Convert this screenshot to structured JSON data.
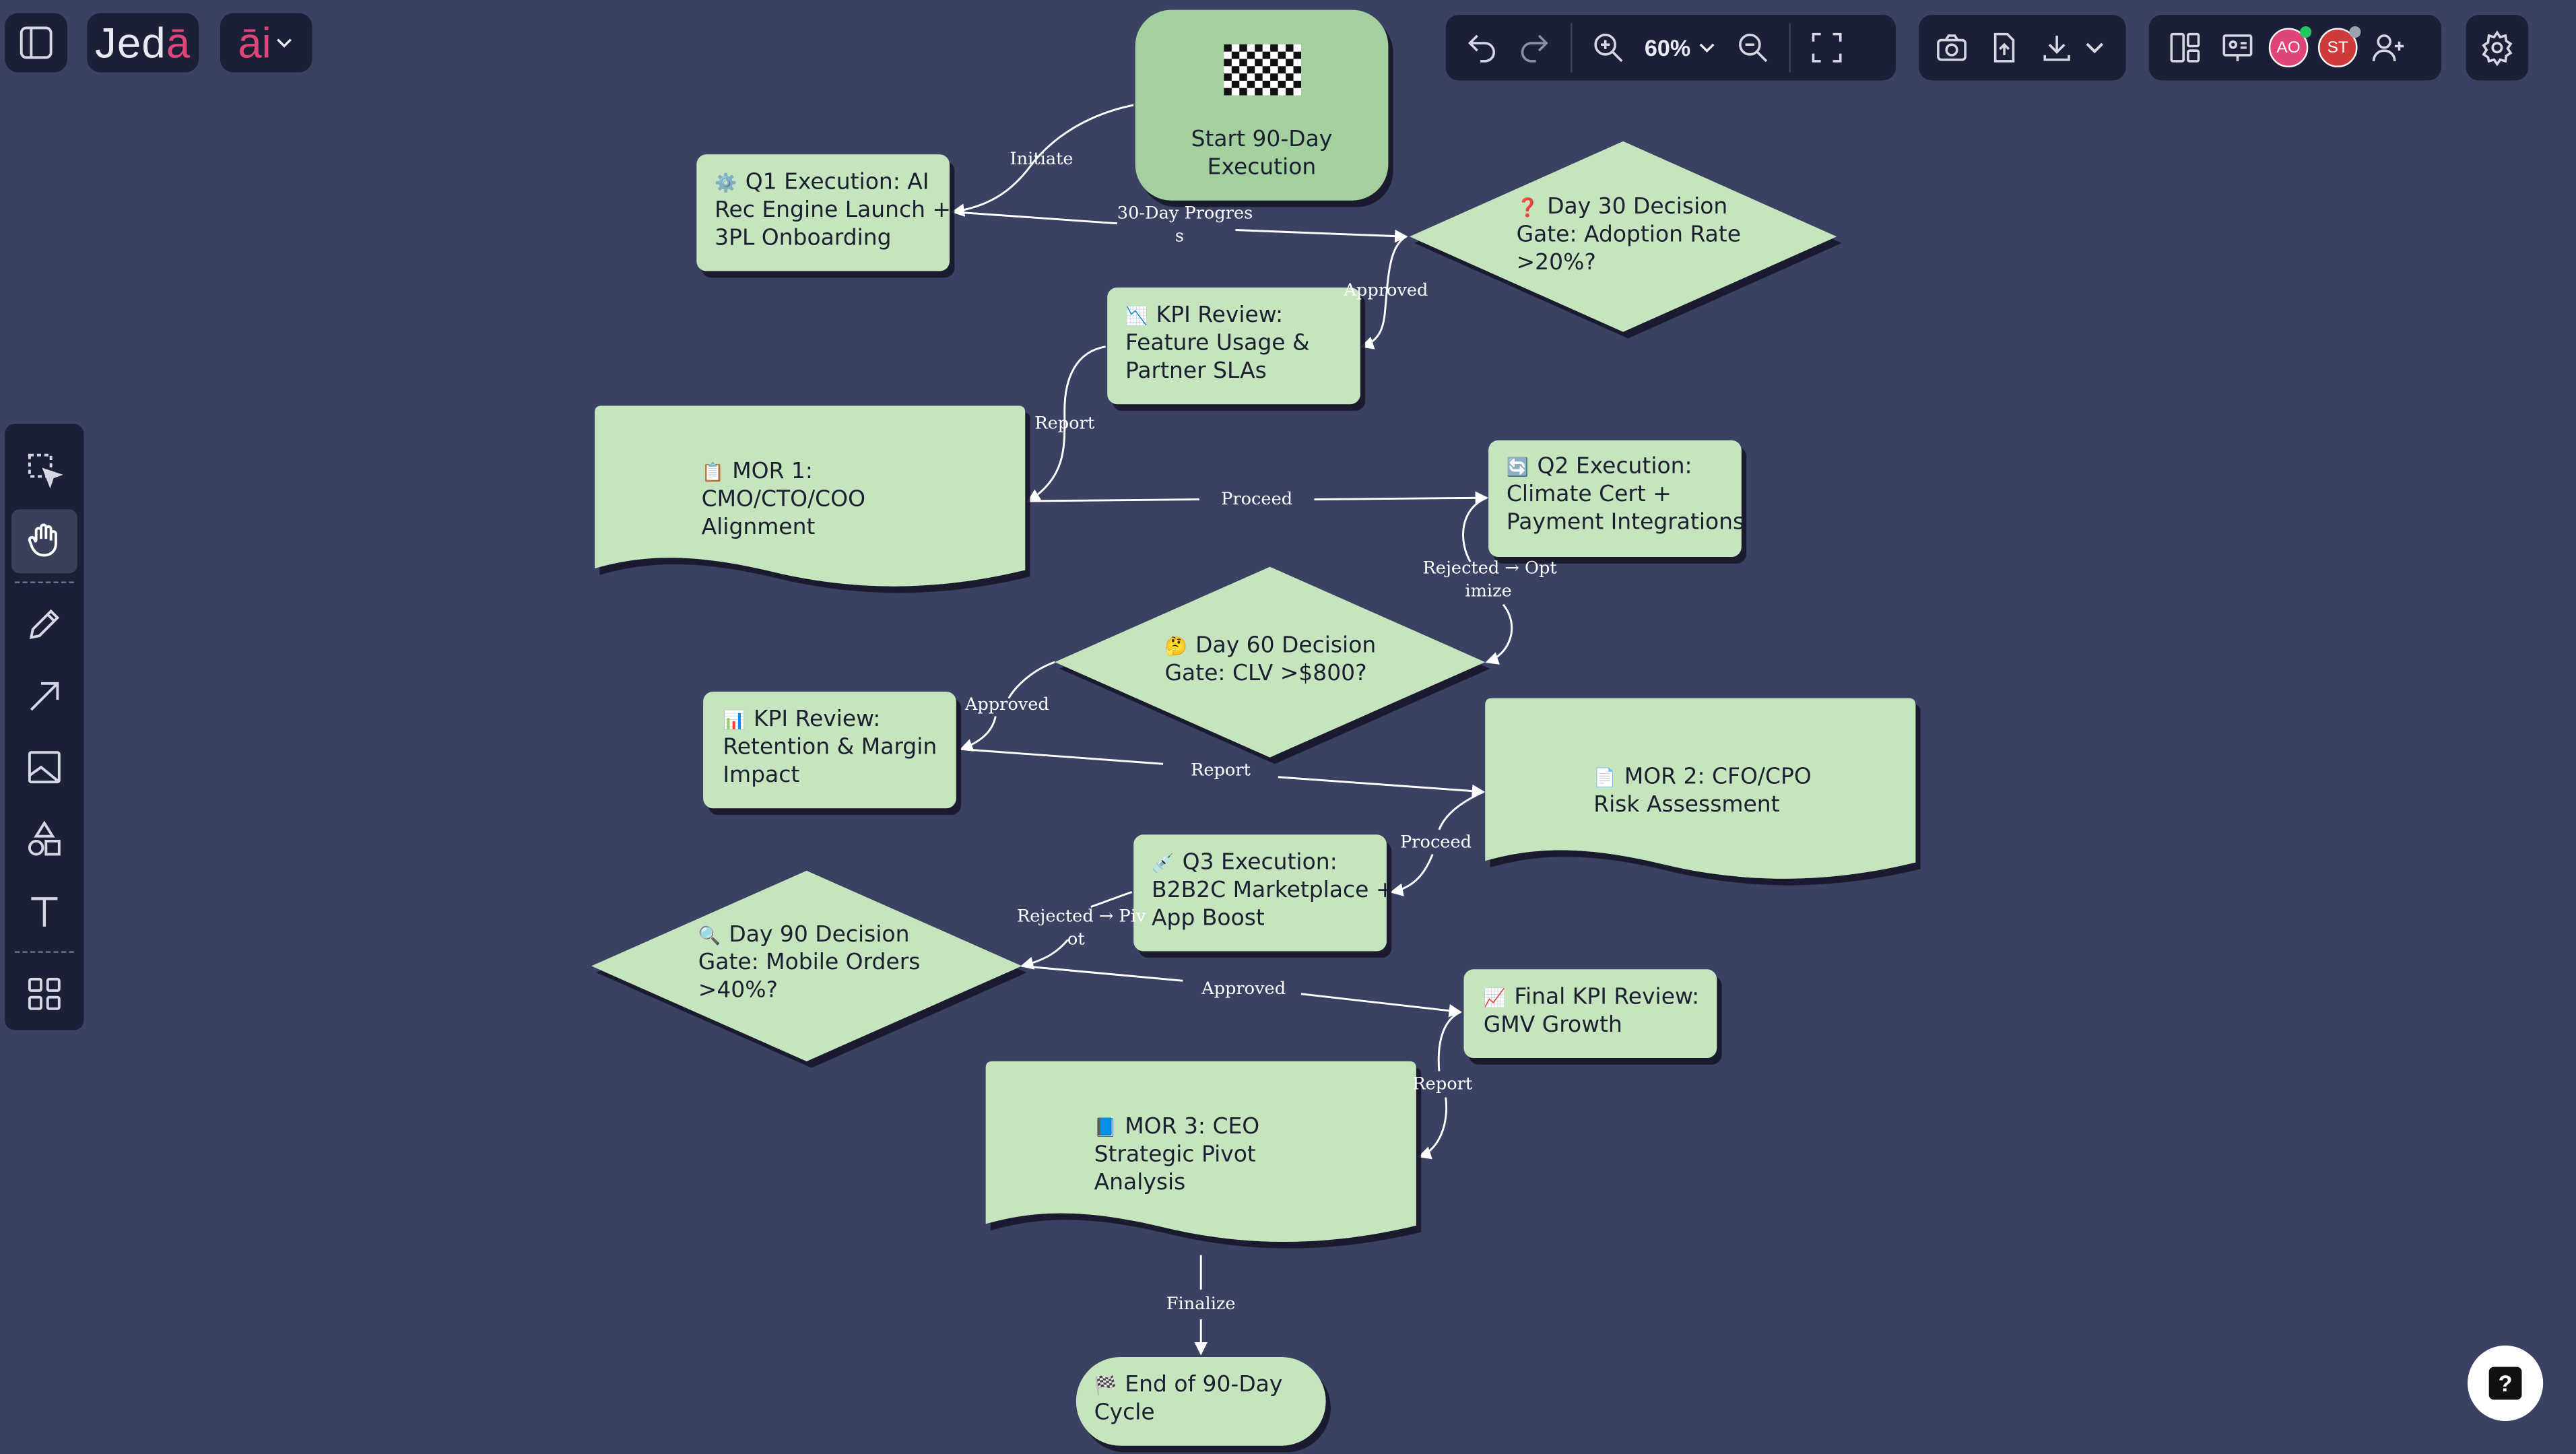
{
  "app": {
    "logo": "Jeda",
    "logo_accent": "ā",
    "logo_base": "Jed",
    "ai_label": "āi"
  },
  "toolbar": {
    "zoom_label": "60%",
    "avatars": [
      {
        "initials": "AO",
        "color": "#e0457a",
        "status": "#22c55e"
      },
      {
        "initials": "ST",
        "color": "#d13a3a",
        "status": "#9ca3af"
      }
    ]
  },
  "left_tools": [
    "select-tool",
    "hand-tool",
    "pen-tool",
    "arrow-tool",
    "image-tool",
    "shapes-tool",
    "text-tool",
    "apps-tool"
  ],
  "flow": {
    "nodes": {
      "start": {
        "icon": "🏁",
        "line1": "Start 90-Day",
        "line2": "Execution"
      },
      "q1": {
        "icon": "⚙️",
        "line1": "Q1 Execution: AI",
        "line2": "Rec Engine Launch +",
        "line3": "3PL Onboarding"
      },
      "d30": {
        "icon": "❓",
        "line1": "Day 30 Decision",
        "line2": "Gate: Adoption Rate",
        "line3": ">20%?"
      },
      "kpi1": {
        "icon": "📉",
        "line1": "KPI Review:",
        "line2": "Feature Usage &",
        "line3": "Partner SLAs"
      },
      "mor1": {
        "icon": "📋",
        "line1": "MOR 1:",
        "line2": "CMO/CTO/COO",
        "line3": "Alignment"
      },
      "q2": {
        "icon": "🔄",
        "line1": "Q2 Execution:",
        "line2": "Climate Cert +",
        "line3": "Payment Integrations"
      },
      "d60": {
        "icon": "🤔",
        "line1": "Day 60 Decision",
        "line2": "Gate: CLV >$800?"
      },
      "kpi2": {
        "icon": "📊",
        "line1": "KPI Review:",
        "line2": "Retention & Margin",
        "line3": "Impact"
      },
      "mor2": {
        "icon": "📄",
        "line1": "MOR 2: CFO/CPO",
        "line2": "Risk Assessment"
      },
      "q3": {
        "icon": "💉",
        "line1": "Q3 Execution:",
        "line2": "B2B2C Marketplace +",
        "line3": "App Boost"
      },
      "d90": {
        "icon": "🔍",
        "line1": "Day 90 Decision",
        "line2": "Gate: Mobile Orders",
        "line3": ">40%?"
      },
      "kpi3": {
        "icon": "📈",
        "line1": "Final KPI Review:",
        "line2": "GMV Growth"
      },
      "mor3": {
        "icon": "📘",
        "line1": "MOR 3: CEO",
        "line2": "Strategic Pivot",
        "line3": "Analysis"
      },
      "end": {
        "icon": "🏁",
        "line1": "End of 90-Day",
        "line2": "Cycle"
      }
    },
    "edges": {
      "initiate": "Initiate",
      "progress_1": "30-Day Progres",
      "progress_2": "s",
      "approved_1": "Approved",
      "report_1": "Report",
      "proceed_1": "Proceed",
      "rejected_opt_1": "Rejected → Opt",
      "rejected_opt_2": "imize",
      "approved_2": "Approved",
      "report_2": "Report",
      "proceed_2": "Proceed",
      "rejected_pivot_1": "Rejected → Piv",
      "rejected_pivot_2": "ot",
      "approved_3": "Approved",
      "report_3": "Report",
      "finalize": "Finalize"
    }
  },
  "colors": {
    "background": "#3a4162",
    "node_fill": "#c6e4bd",
    "start_fill": "#a4cf9f",
    "panel": "#1b2036",
    "accent": "#e0457a"
  },
  "help_label": "?"
}
